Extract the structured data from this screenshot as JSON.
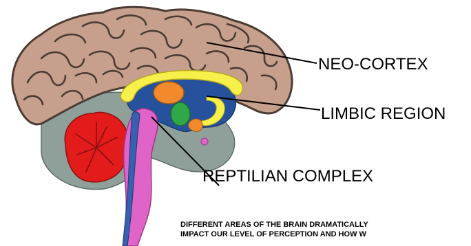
{
  "labels": {
    "neo_cortex": "NEO-CORTEX",
    "limbic_region": "LIMBIC REGION",
    "reptilian_complex": "REPTILIAN COMPLEX"
  },
  "caption": {
    "line1": "DIFFERENT AREAS OF THE BRAIN DRAMATICALLY",
    "line2": "IMPACT OUR LEVEL OF PERCEPTION AND HOW W"
  },
  "colors": {
    "cortex": "#c6a08c",
    "cortex_outline": "#4a3b33",
    "cerebellum": "#e31b1b",
    "brainstem": "#e064c8",
    "corpus_callosum": "#f8f04a",
    "thalamus": "#f08a2c",
    "hippocampus": "#2fa84a",
    "inner_blue": "#26519c",
    "lower_gray": "#8fa09a"
  }
}
